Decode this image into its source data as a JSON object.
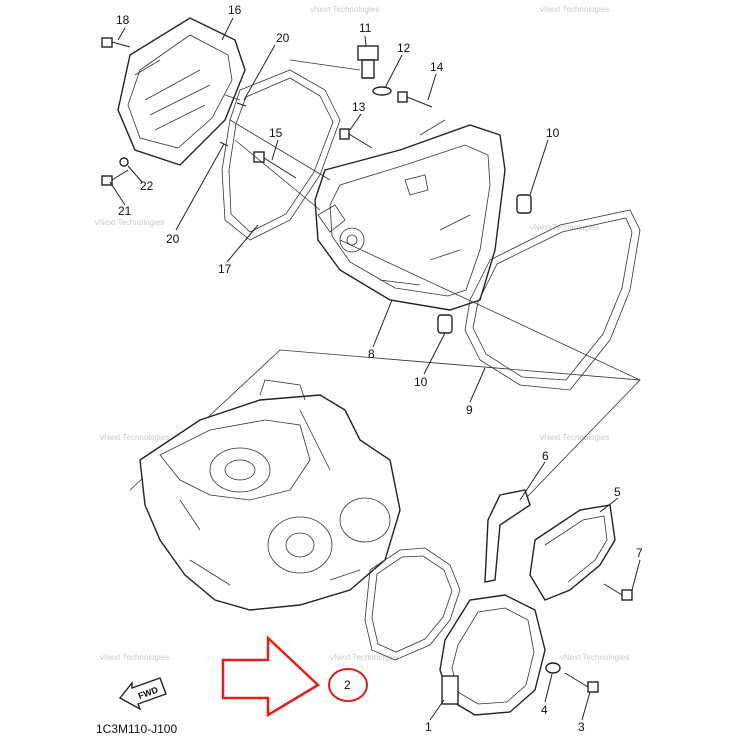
{
  "diagram": {
    "code": "1C3M110-J100",
    "fwd_label": "FWD",
    "watermark": "vNext Technologies",
    "callouts": {
      "p1": "1",
      "p2": "2",
      "p3": "3",
      "p4": "4",
      "p5": "5",
      "p6": "6",
      "p7": "7",
      "p8": "8",
      "p9": "9",
      "p10a": "10",
      "p10b": "10",
      "p11": "11",
      "p12": "12",
      "p13": "13",
      "p14": "14",
      "p15": "15",
      "p16": "16",
      "p17": "17",
      "p18": "18",
      "p20a": "20",
      "p20b": "20",
      "p21": "21",
      "p22": "22"
    },
    "highlight": {
      "part": "2",
      "color": "#e0201b"
    }
  }
}
